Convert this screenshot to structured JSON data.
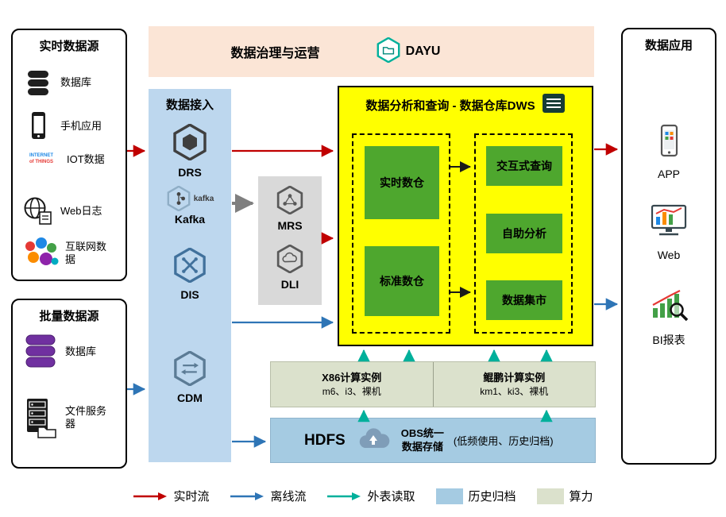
{
  "colors": {
    "realtime_flow": "#c00000",
    "offline_flow": "#2e75b6",
    "external_read": "#00b09b",
    "archive": "#a5cbe2",
    "compute_power": "#dbe1cc",
    "warehouse_bg": "#ffff00",
    "green_module": "#4ea72e",
    "governance_bg": "#fbe5d6",
    "ingestion_bg": "#bdd7ee"
  },
  "realtime_sources": {
    "title": "实时数据源",
    "items": [
      {
        "label": "数据库"
      },
      {
        "label": "手机应用"
      },
      {
        "label": "IOT数据"
      },
      {
        "label": "Web日志"
      },
      {
        "label": "互联网数据"
      }
    ]
  },
  "batch_sources": {
    "title": "批量数据源",
    "items": [
      {
        "label": "数据库"
      },
      {
        "label": "文件服务器"
      }
    ]
  },
  "governance": {
    "title": "数据治理与运营",
    "product": "DAYU"
  },
  "ingestion": {
    "title": "数据接入",
    "drs": "DRS",
    "kafka": "Kafka",
    "kafka_word": "kafka",
    "dis": "DIS",
    "cdm": "CDM"
  },
  "middleware": {
    "mrs": "MRS",
    "dli": "DLI"
  },
  "warehouse": {
    "title": "数据分析和查询 - 数据仓库DWS",
    "left_modules": [
      {
        "label": "实时数仓"
      },
      {
        "label": "标准数仓"
      }
    ],
    "right_modules": [
      {
        "label": "交互式查询"
      },
      {
        "label": "自助分析"
      },
      {
        "label": "数据集市"
      }
    ]
  },
  "compute": {
    "x86_title": "X86计算实例",
    "x86_spec": "m6、i3、裸机",
    "kunpeng_title": "鲲鹏计算实例",
    "kunpeng_spec": "km1、ki3、裸机"
  },
  "storage": {
    "hdfs": "HDFS",
    "obs_line1": "OBS统一",
    "obs_line2": "数据存储",
    "note": "(低频使用、历史归档)"
  },
  "applications": {
    "title": "数据应用",
    "items": [
      {
        "label": "APP"
      },
      {
        "label": "Web"
      },
      {
        "label": "BI报表"
      }
    ]
  },
  "legend": {
    "realtime": "实时流",
    "offline": "离线流",
    "external": "外表读取",
    "archive": "历史归档",
    "compute": "算力"
  },
  "iot_icon": {
    "line1": "INTERNET",
    "line2": "of THINGS"
  }
}
